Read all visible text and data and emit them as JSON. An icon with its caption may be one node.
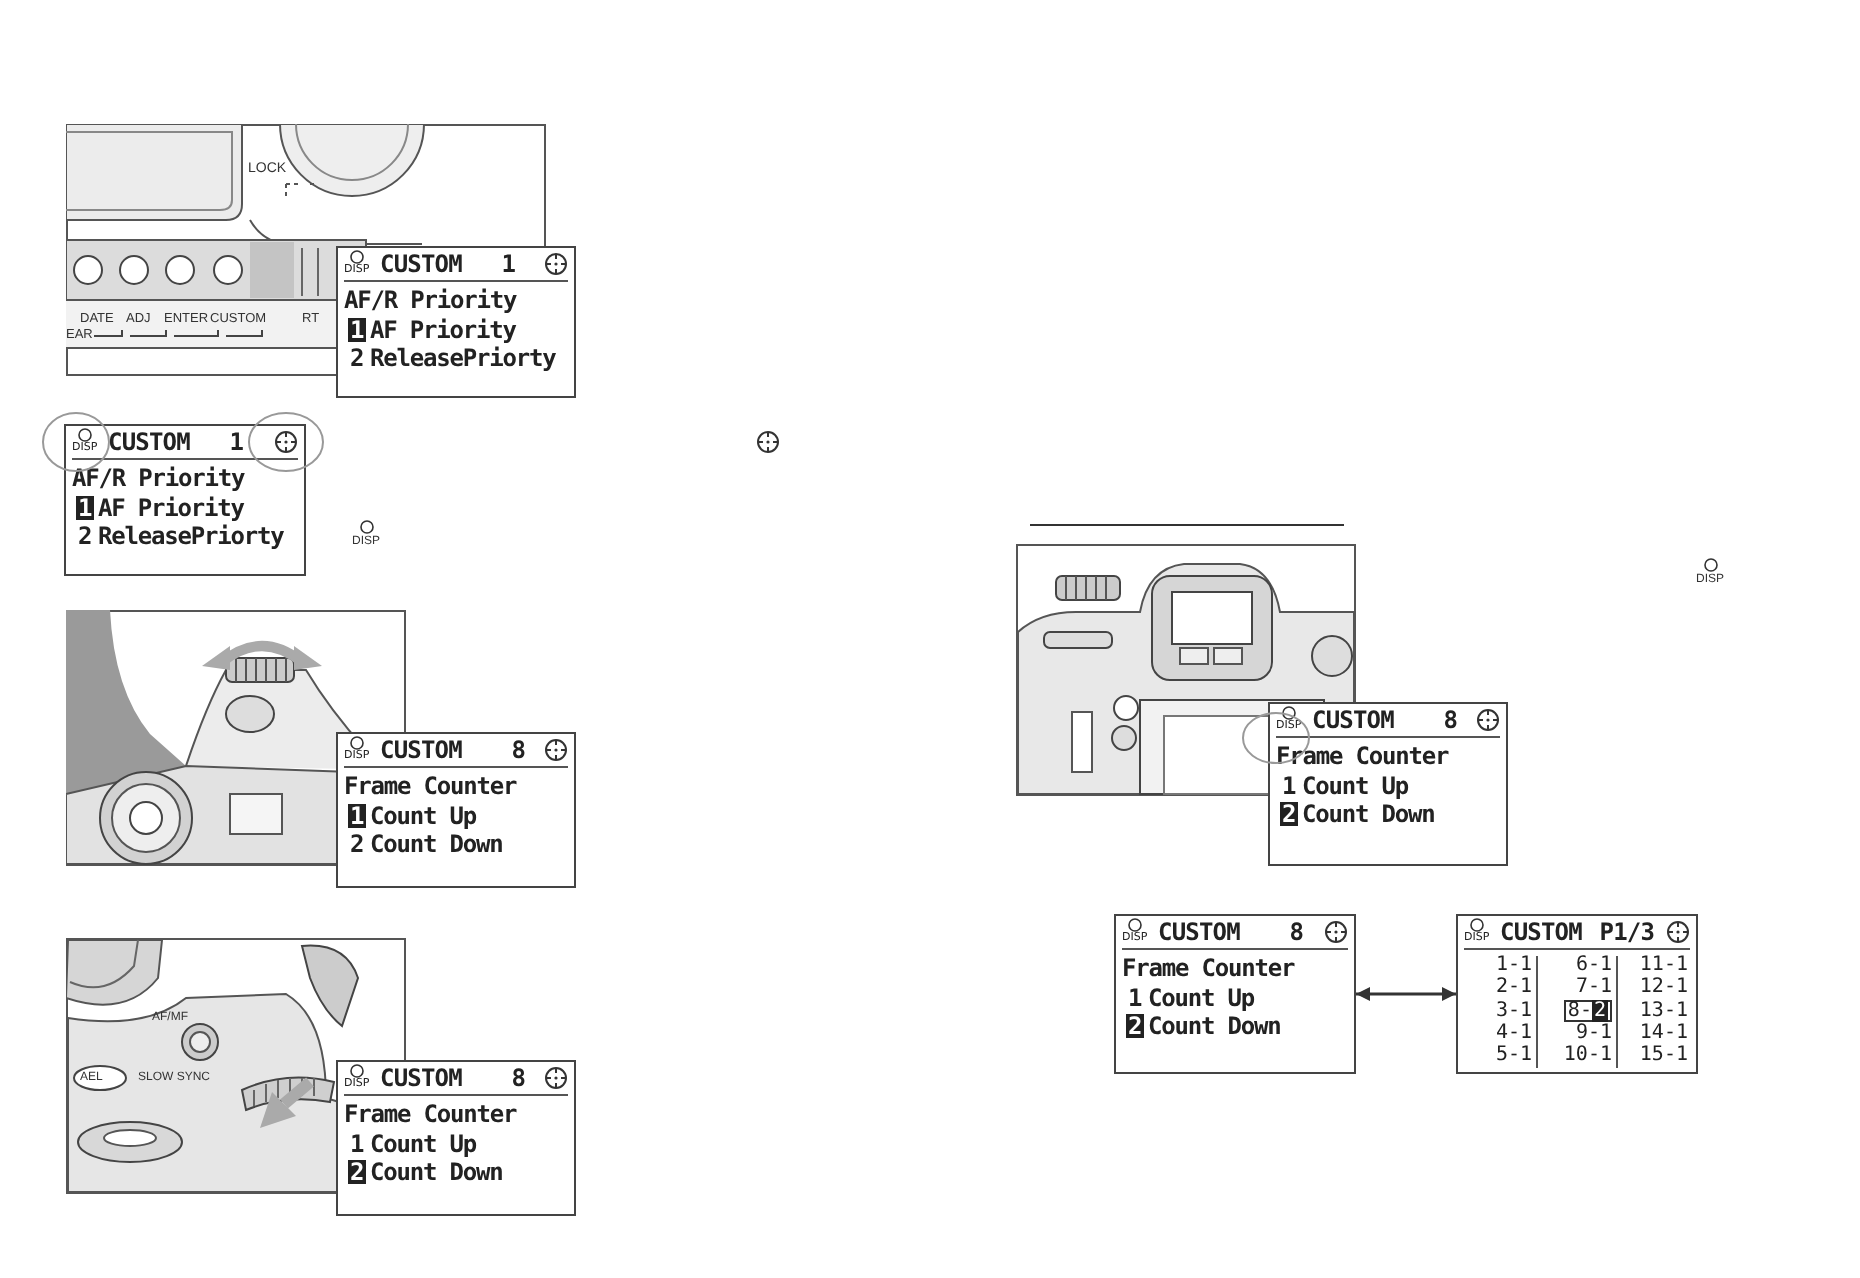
{
  "diagram": {
    "nodes": [
      {
        "text": [
          "DISP",
          "CUSTOM 1",
          "AF/R Priority",
          "1",
          "AF Priority",
          "2",
          "ReleasePriorty"
        ]
      },
      {
        "text": [
          "DISP",
          "CUSTOM 1",
          "AF/R Priority",
          "1",
          "AF Priority",
          "2",
          "ReleasePriorty"
        ]
      },
      {
        "text": [
          "DISP",
          "CUSTOM 8",
          "Frame Counter",
          "1",
          "Count Up",
          "2",
          "Count Down"
        ]
      },
      {
        "text": [
          "DISP",
          "CUSTOM 8",
          "Frame Counter",
          "1",
          "Count Up",
          "2",
          "Count Down"
        ]
      },
      {
        "text": [
          "DISP",
          "CUSTOM 8",
          "Frame Counter",
          "1",
          "Count Up",
          "2",
          "Count Down"
        ]
      },
      {
        "text": [
          "DISP",
          "CUSTOM 8",
          "Frame Counter",
          "1",
          "Count Up",
          "2",
          "Count Down"
        ]
      },
      {
        "text": [
          "DISP",
          "CUSTOM P1/3",
          "1-1",
          "6-1",
          "11-1",
          "2-1",
          "7-1",
          "12-1",
          "3-1",
          "8-",
          "2",
          "13-1",
          "4-1",
          "9-1",
          "14-1",
          "5-1",
          "10-1",
          "15-1"
        ]
      }
    ],
    "edges": [
      {
        "from": 5,
        "to": 6,
        "arrow": "both"
      }
    ],
    "labels": [
      "LOCK",
      "DATE",
      "ADJ",
      "ENTER",
      "CUSTOM",
      "RT",
      "EAR",
      "DISP",
      "AF/MF",
      "AEL",
      "SLOW SYNC",
      "DISP"
    ]
  }
}
